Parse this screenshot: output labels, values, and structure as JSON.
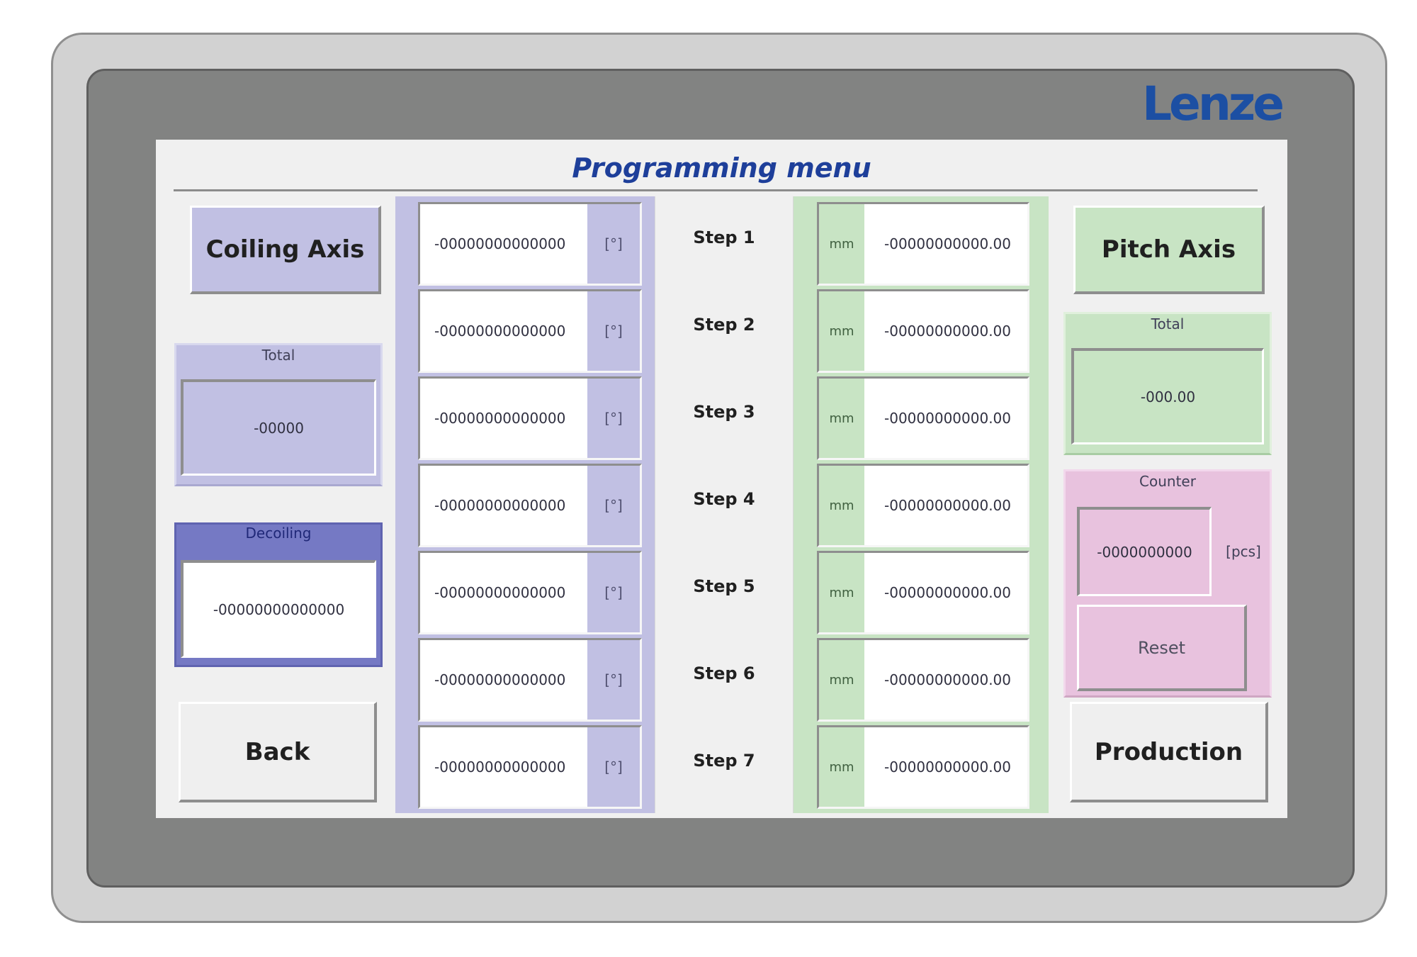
{
  "brand": {
    "logo_text": "Lenze",
    "color": "#1c4fa3"
  },
  "screen": {
    "title": "Programming menu"
  },
  "left_panel": {
    "axis_button": "Coiling Axis",
    "total_label": "Total",
    "total_value": "-00000",
    "decoiling_label": "Decoiling",
    "decoiling_value": "-00000000000000",
    "back_button": "Back"
  },
  "right_panel": {
    "axis_button": "Pitch Axis",
    "total_label": "Total",
    "total_value": "-000.00",
    "counter_label": "Counter",
    "counter_value": "-0000000000",
    "counter_unit": "[pcs]",
    "reset_button": "Reset",
    "production_button": "Production"
  },
  "steps": [
    {
      "label": "Step 1",
      "coiling_value": "-00000000000000",
      "coiling_unit": "[°]",
      "pitch_unit": "mm",
      "pitch_value": "-00000000000.00"
    },
    {
      "label": "Step 2",
      "coiling_value": "-00000000000000",
      "coiling_unit": "[°]",
      "pitch_unit": "mm",
      "pitch_value": "-00000000000.00"
    },
    {
      "label": "Step 3",
      "coiling_value": "-00000000000000",
      "coiling_unit": "[°]",
      "pitch_unit": "mm",
      "pitch_value": "-00000000000.00"
    },
    {
      "label": "Step 4",
      "coiling_value": "-00000000000000",
      "coiling_unit": "[°]",
      "pitch_unit": "mm",
      "pitch_value": "-00000000000.00"
    },
    {
      "label": "Step 5",
      "coiling_value": "-00000000000000",
      "coiling_unit": "[°]",
      "pitch_unit": "mm",
      "pitch_value": "-00000000000.00"
    },
    {
      "label": "Step 6",
      "coiling_value": "-00000000000000",
      "coiling_unit": "[°]",
      "pitch_unit": "mm",
      "pitch_value": "-00000000000.00"
    },
    {
      "label": "Step 7",
      "coiling_value": "-00000000000000",
      "coiling_unit": "[°]",
      "pitch_unit": "mm",
      "pitch_value": "-00000000000.00"
    }
  ],
  "colors": {
    "coiling_accent": "#c1c0e3",
    "decoiling_header": "#7579c4",
    "pitch_accent": "#c8e4c4",
    "counter_accent": "#e8c2de",
    "title_color": "#1e3f9a"
  }
}
